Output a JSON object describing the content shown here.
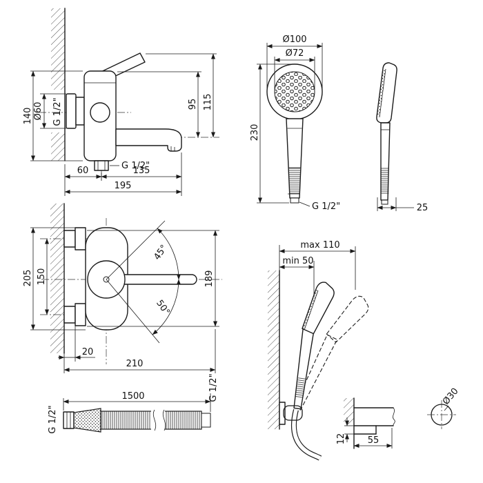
{
  "colors": {
    "line": "#1a1a1a",
    "background": "#ffffff"
  },
  "views": {
    "mixer_side": {
      "d140": "140",
      "dia60": "Ø60",
      "g12_inlet": "G 1/2\"",
      "d95": "95",
      "d115": "115",
      "g12_outlet": "G 1/2\"",
      "d60": "60",
      "d135": "135",
      "d195": "195"
    },
    "handset_front": {
      "dia100": "Ø100",
      "dia72": "Ø72",
      "d230": "230",
      "g12": "G 1/2\""
    },
    "handset_side": {
      "d25": "25"
    },
    "mixer_front": {
      "d205": "205",
      "d150": "150",
      "a45": "45°",
      "a50": "50°",
      "d189": "189",
      "d20": "20",
      "d210": "210"
    },
    "holder": {
      "max110": "max 110",
      "min50": "min 50",
      "d12": "12",
      "d55": "55",
      "dia30": "Ø30"
    },
    "hose": {
      "g12_left": "G 1/2\"",
      "d1500": "1500",
      "g12_right": "G 1/2\""
    }
  }
}
